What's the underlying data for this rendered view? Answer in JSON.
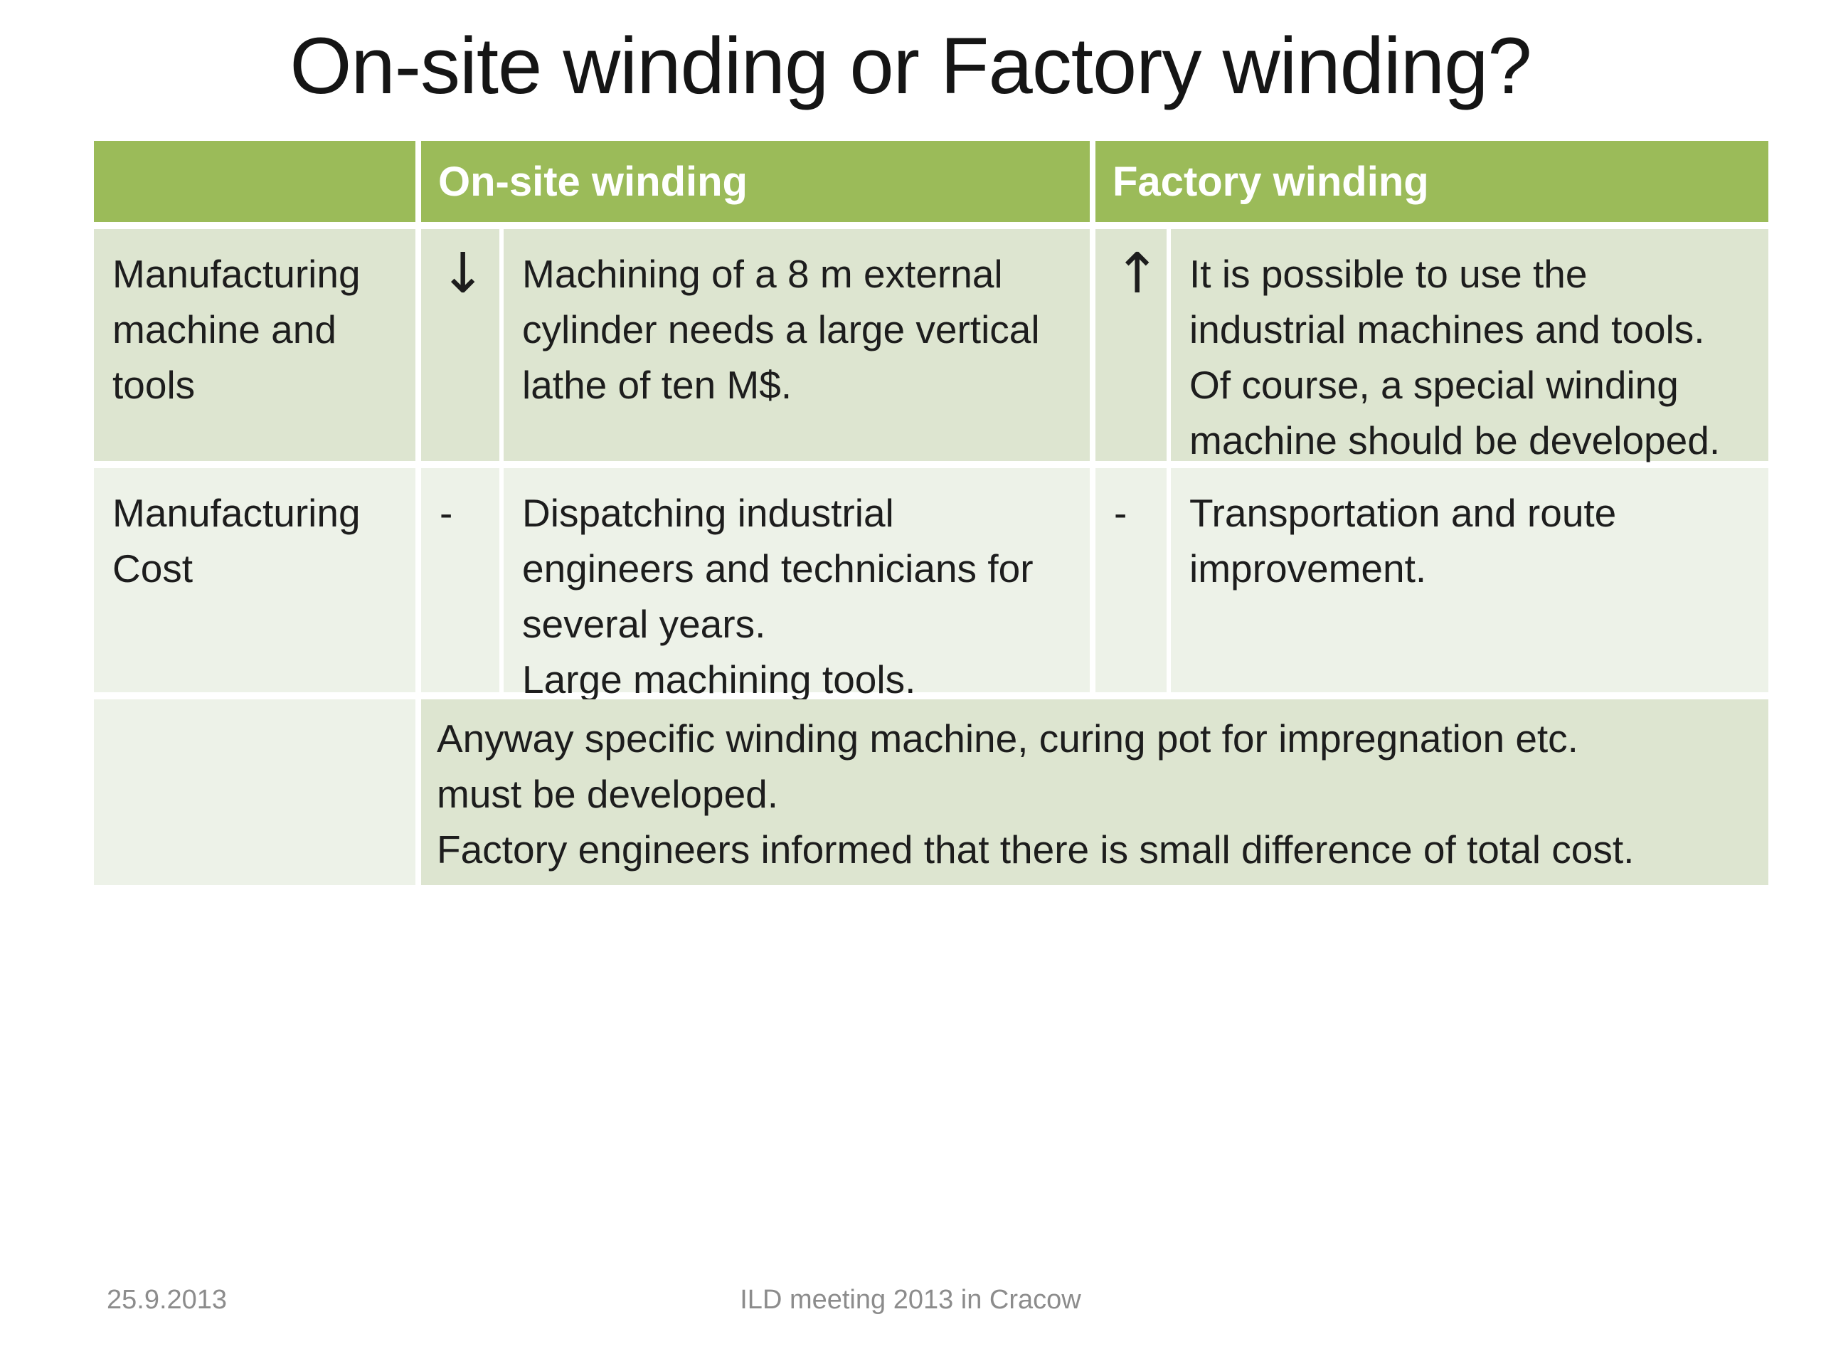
{
  "slide": {
    "title": "On-site winding or Factory winding?",
    "footer": {
      "date": "25.9.2013",
      "center_text": "ILD meeting 2013 in Cracow"
    },
    "colors": {
      "header_green": "#9bbb59",
      "band_dark": "#dde5d0",
      "band_light": "#edf2e8",
      "header_text": "#ffffff",
      "body_text": "#1d1d1d",
      "footer_gray": "#8c8c8c"
    }
  },
  "table": {
    "headers": {
      "row_label_column": "",
      "onsite": "On-site winding",
      "factory": "Factory winding"
    },
    "rows": [
      {
        "label_lines": [
          "Manufacturing",
          "machine and",
          "tools"
        ],
        "onsite": {
          "marker": "↓",
          "marker_name": "down-arrow",
          "lines": [
            "Machining of a 8 m external",
            "cylinder needs a large vertical",
            "lathe of ten M$."
          ]
        },
        "factory": {
          "marker": "↑",
          "marker_name": "up-arrow",
          "lines": [
            "It is possible to use the",
            "industrial machines and tools.",
            "Of course, a special winding",
            "machine should be developed."
          ]
        }
      },
      {
        "label_lines": [
          "Manufacturing",
          "Cost"
        ],
        "onsite": {
          "marker": "-",
          "marker_name": "dash-bullet",
          "lines": [
            "Dispatching industrial",
            "engineers and technicians for",
            "several years.",
            "Large machining tools."
          ]
        },
        "factory": {
          "marker": "-",
          "marker_name": "dash-bullet",
          "lines": [
            "Transportation and route",
            "improvement."
          ]
        }
      },
      {
        "span_lines": [
          "Anyway specific winding machine, curing pot for impregnation etc.",
          "must be developed.",
          "Factory engineers informed that there is small difference of total cost."
        ]
      }
    ]
  }
}
